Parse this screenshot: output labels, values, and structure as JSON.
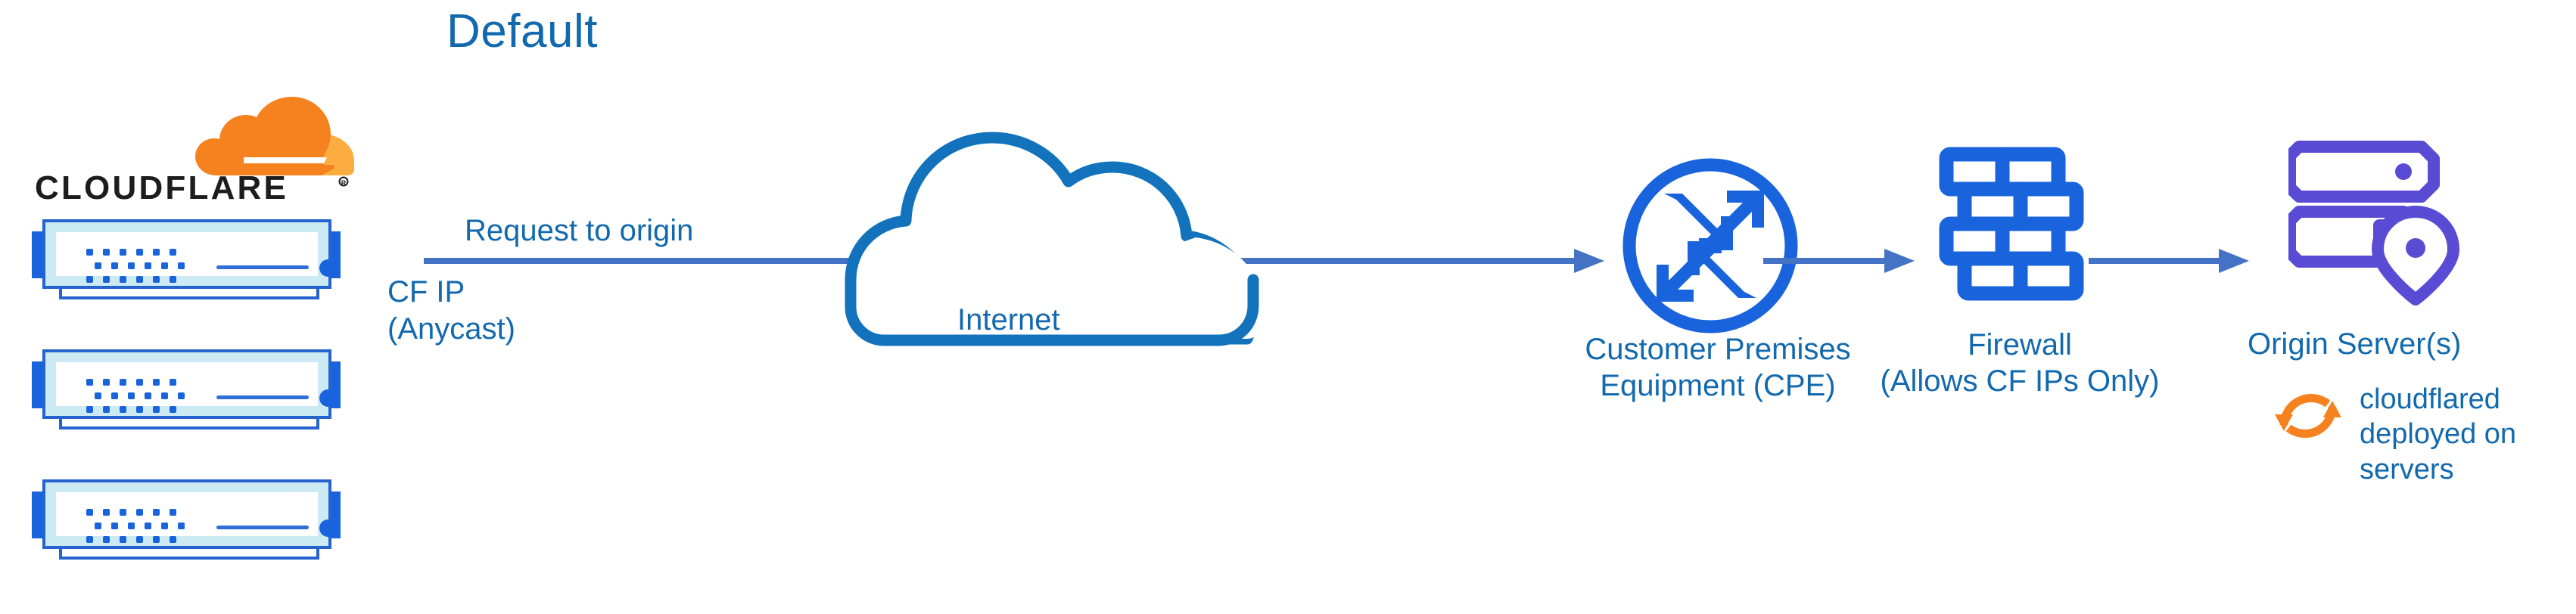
{
  "diagram": {
    "title": "Default",
    "type": "network-traffic-flow",
    "colors": {
      "title_blue": "#1269AE",
      "label_blue": "#1269AE",
      "icon_blue": "#1964DC",
      "arrow_blue": "#4472C4",
      "cloud_outline_blue": "#1273BC",
      "server_purple": "#5A4BD4",
      "cloudflare_orange": "#F6821F",
      "cloudflare_orange_light": "#FBAD41",
      "server_body_cyan": "#CCEAF3",
      "background": "#FFFFFF"
    }
  },
  "cloudflare_logo": {
    "wordmark": "CLOUDFLARE",
    "registered_mark": "®",
    "cloud_icon_name": "cloudflare-cloud-mark"
  },
  "server_stack": {
    "name": "cloudflare-edge-servers",
    "unit_count": 3,
    "units": [
      {
        "index": 1
      },
      {
        "index": 2
      },
      {
        "index": 3
      }
    ]
  },
  "flow": {
    "request_label": "Request to origin",
    "source_label_line1": "CF IP",
    "source_label_line2": "(Anycast)",
    "source_label": "CF IP\n(Anycast)"
  },
  "nodes": {
    "internet": {
      "label": "Internet",
      "icon": "cloud-outline-icon"
    },
    "cpe": {
      "label_line1": "Customer Premises",
      "label_line2": "Equipment (CPE)",
      "icon": "router-icon"
    },
    "firewall": {
      "label_line1": "Firewall",
      "label_line2": "(Allows CF IPs Only)",
      "icon": "brick-wall-icon"
    },
    "origin": {
      "label": "Origin Server(s)",
      "icon": "server-stack-location-pin-icon"
    }
  },
  "annotation": {
    "cloudflared_line1": "cloudflared",
    "cloudflared_line2": "deployed on",
    "cloudflared_line3": "servers",
    "icon": "sync-refresh-icon"
  }
}
